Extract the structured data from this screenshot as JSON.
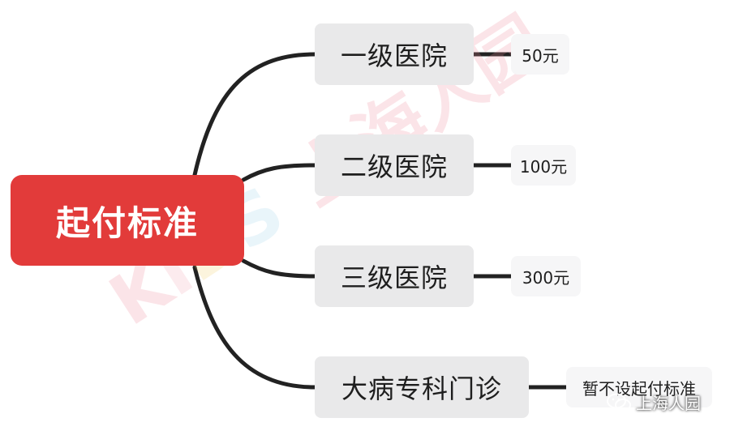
{
  "colors": {
    "root_bg": "#e23b3a",
    "connector": "#222222",
    "watermark_kids": [
      "#f0899a",
      "#f5a6b4",
      "#9fd3ec",
      "#f6cf6a"
    ],
    "watermark_text": "#f08a98"
  },
  "root": {
    "label": "起付标准"
  },
  "branches": [
    {
      "label": "一级医院",
      "value": "50元"
    },
    {
      "label": "二级医院",
      "value": "100元"
    },
    {
      "label": "三级医院",
      "value": "300元"
    },
    {
      "label": "大病专科门诊",
      "value": "暂不设起付标准"
    }
  ],
  "watermark": {
    "kids": [
      "K",
      "I",
      "D",
      "S"
    ],
    "text": "上海人园",
    "source": "上海人园",
    "icon": "wechat-icon"
  }
}
